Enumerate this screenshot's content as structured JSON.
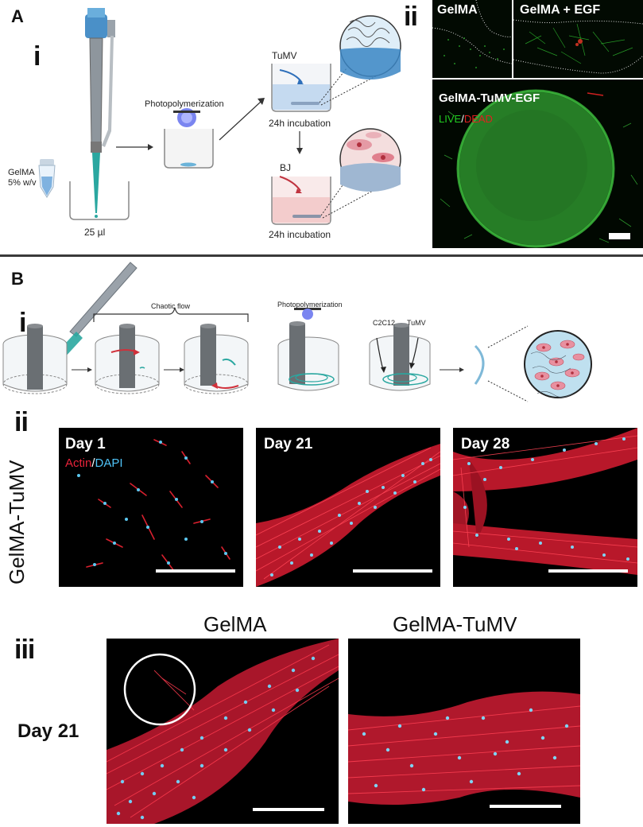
{
  "panelA": {
    "letter": "A",
    "sub_i": "i",
    "sub_ii": "ii",
    "tube_label_line1": "GelMA",
    "tube_label_line2": "5% w/v",
    "volume_label": "25 µl",
    "photopolymerization": "Photopolymerization",
    "tumv_label": "TuMV",
    "incubation1": "24h incubation",
    "bj_label": "BJ",
    "incubation2": "24h incubation",
    "ii_gelma": "GelMA",
    "ii_gelma_egf": "GelMA + EGF",
    "ii_big_title": "GelMA-TuMV-EGF",
    "ii_live": "LIVE",
    "ii_slash": "/",
    "ii_dead": "DEAD"
  },
  "panelB": {
    "letter": "B",
    "sub_i": "i",
    "sub_ii": "ii",
    "sub_iii": "iii",
    "chaotic_flow": "Chaotic flow",
    "photopolymerization": "Photopolymerization",
    "c2c12": "C2C12",
    "tumv": "TuMV",
    "row_label": "GelMA-TuMV",
    "day1": "Day 1",
    "day21": "Day 21",
    "day28": "Day 28",
    "actin": "Actin",
    "slash": "/",
    "dapi": "DAPI",
    "iii_gelma": "GelMA",
    "iii_gelma_tumv": "GelMA-TuMV",
    "iii_day21": "Day 21"
  },
  "colors": {
    "live_green": "#22cc22",
    "dead_red": "#e02020",
    "actin_red": "#e8233a",
    "dapi_blue": "#4fc3f7",
    "divider": "#3a3a3a"
  }
}
